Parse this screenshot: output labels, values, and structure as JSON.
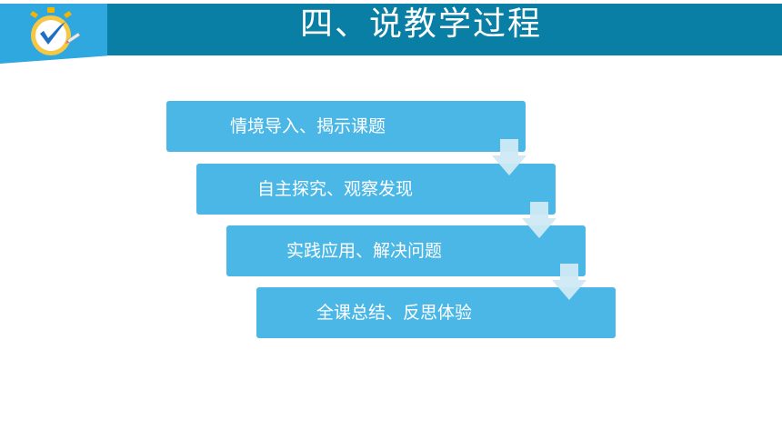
{
  "header": {
    "title": "四、说教学过程",
    "logo_icon": "stopwatch-check-logo-icon",
    "accent_color": "#2ea8de",
    "bar_color": "#0a7fa6"
  },
  "process": {
    "step_color": "#4ab7e6",
    "arrow_color": "#cfe9f6",
    "steps": [
      {
        "label": "情境导入、揭示课题"
      },
      {
        "label": "自主探究、观察发现"
      },
      {
        "label": "实践应用、解决问题"
      },
      {
        "label": "全课总结、反思体验"
      }
    ],
    "arrow_icon": "arrow-down-icon"
  }
}
